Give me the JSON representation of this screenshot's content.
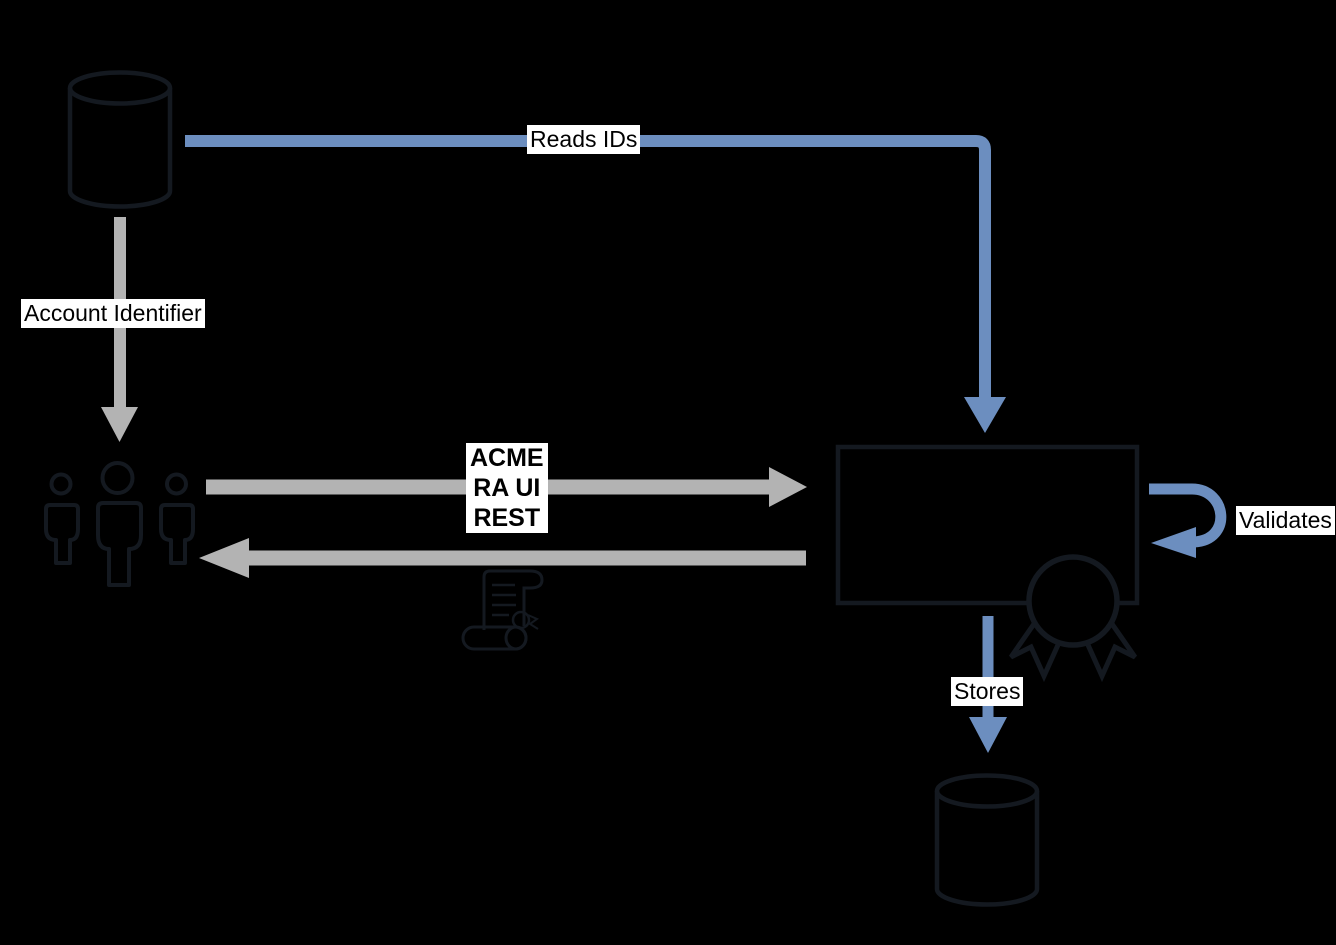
{
  "background_color": "#000000",
  "colors": {
    "blue_arrow": "#6c8ebf",
    "gray_arrow": "#b3b3b3",
    "shape_outline": "#141920",
    "label_background": "#ffffff",
    "label_text": "#000000"
  },
  "labels": {
    "reads_ids": "Reads IDs",
    "account_identifier": "Account Identifier",
    "acme": [
      "ACME",
      "RA UI",
      "REST"
    ],
    "validates": "Validates",
    "stores": "Stores"
  },
  "nodes": [
    {
      "name": "source-database-icon",
      "type": "database-cylinder"
    },
    {
      "name": "user-group-icon",
      "type": "three-person-group"
    },
    {
      "name": "processing-box",
      "type": "rectangle"
    },
    {
      "name": "certificate-scroll-icon",
      "type": "scroll-with-seal"
    },
    {
      "name": "award-ribbon-icon",
      "type": "ribbon-badge"
    },
    {
      "name": "storage-database-icon",
      "type": "database-cylinder"
    }
  ],
  "edges": [
    {
      "label": "Reads IDs",
      "color": "blue",
      "from": "source-database",
      "to": "processing-box"
    },
    {
      "label": "Account Identifier",
      "color": "gray",
      "from": "source-database",
      "to": "user-group"
    },
    {
      "label": "ACME RA UI REST",
      "color": "gray",
      "from": "user-group",
      "to": "processing-box",
      "bidirectional": true
    },
    {
      "label": "Validates",
      "color": "blue",
      "from": "processing-box",
      "to": "processing-box",
      "self_loop": true
    },
    {
      "label": "Stores",
      "color": "blue",
      "from": "processing-box",
      "to": "storage-database"
    }
  ]
}
